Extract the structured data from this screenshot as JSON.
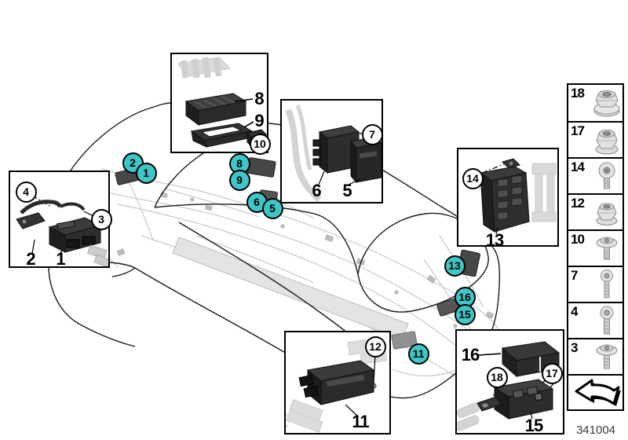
{
  "diagram_number": "341004",
  "colors": {
    "callout_fill": "#3FC6C6",
    "outline": "#1a1a1a",
    "ghost": "#c9c9c9"
  },
  "markers": {
    "cyan": [
      {
        "label": "2"
      },
      {
        "label": "1"
      },
      {
        "label": "8"
      },
      {
        "label": "9"
      },
      {
        "label": "6"
      },
      {
        "label": "5"
      },
      {
        "label": "13"
      },
      {
        "label": "16"
      },
      {
        "label": "15"
      },
      {
        "label": "11"
      }
    ]
  },
  "boxes": {
    "front_module": {
      "ref_4": "4",
      "ref_3": "3",
      "part_2": "2",
      "part_1": "1"
    },
    "fuse_carrier": {
      "part_8": "8",
      "part_9": "9",
      "ref_10": "10"
    },
    "control_units": {
      "ref_7": "7",
      "part_6": "6",
      "part_5": "5"
    },
    "rear_fusebox": {
      "ref_14": "14",
      "part_13": "13"
    },
    "gateway_module": {
      "ref_12": "12",
      "part_11": "11"
    },
    "battery_distribution": {
      "part_16": "16",
      "ref_18": "18",
      "ref_17": "17",
      "part_15": "15"
    }
  },
  "fasteners": [
    {
      "number": "18",
      "icon": "flange-nut-icon"
    },
    {
      "number": "17",
      "icon": "hex-nut-icon"
    },
    {
      "number": "14",
      "icon": "pan-screw-icon"
    },
    {
      "number": "12",
      "icon": "hex-nut-icon"
    },
    {
      "number": "10",
      "icon": "washer-screw-icon"
    },
    {
      "number": "7",
      "icon": "long-screw-icon"
    },
    {
      "number": "4",
      "icon": "long-screw-icon"
    },
    {
      "number": "3",
      "icon": "washer-screw-icon"
    }
  ]
}
